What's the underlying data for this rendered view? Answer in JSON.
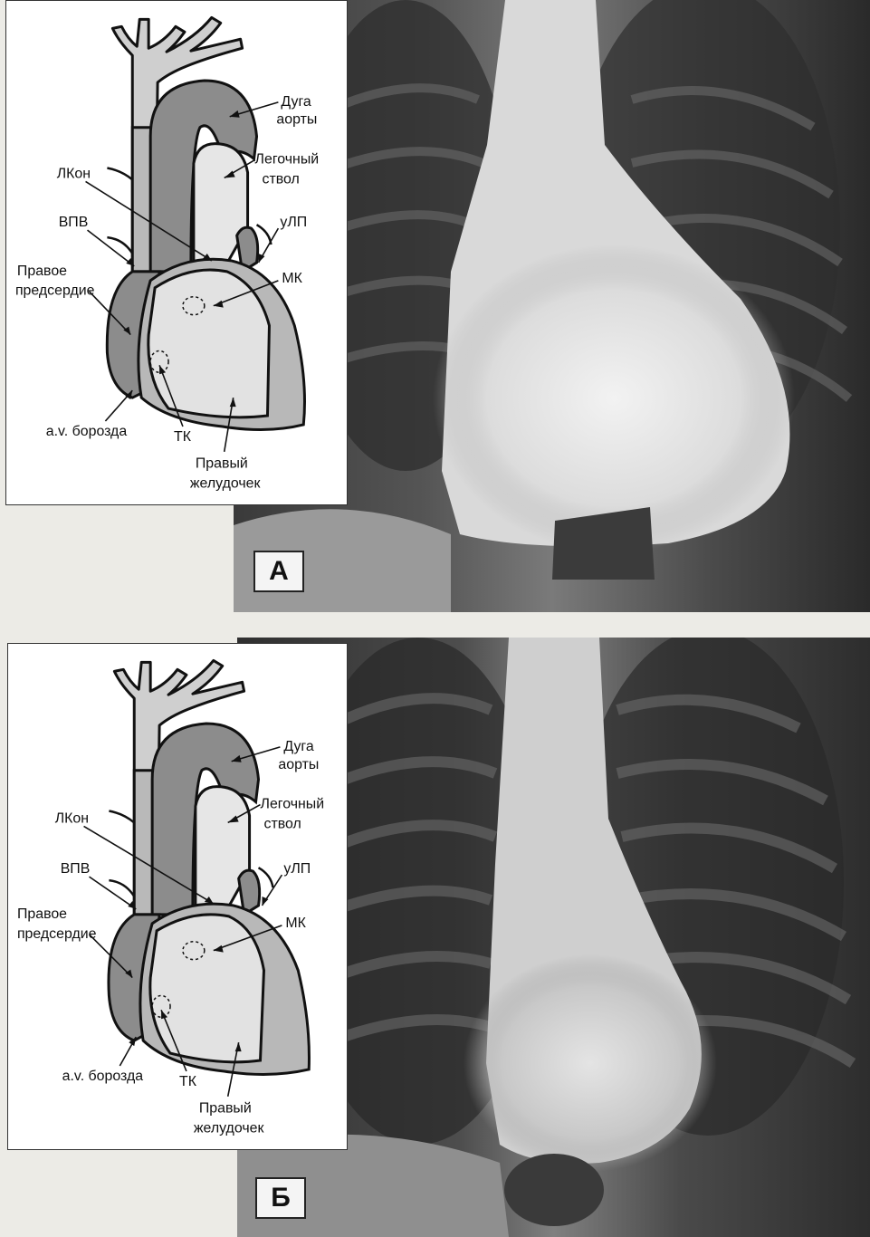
{
  "panels": [
    {
      "letter": "А",
      "labels": {
        "arch": [
          "Дуга",
          "аорты"
        ],
        "pulm": [
          "Легочный",
          "ствол"
        ],
        "lcon": "ЛКон",
        "svc": "ВПВ",
        "ula": "уЛП",
        "ra": [
          "Правое",
          "предсердие"
        ],
        "mk": "МК",
        "av": "a.v. борозда",
        "tk": "ТК",
        "rv": [
          "Правый",
          "желудочек"
        ]
      }
    },
    {
      "letter": "Б",
      "labels": {
        "arch": [
          "Дуга",
          "аорты"
        ],
        "pulm": [
          "Легочный",
          "ствол"
        ],
        "lcon": "ЛКон",
        "svc": "ВПВ",
        "ula": "уЛП",
        "ra": [
          "Правое",
          "предсердие"
        ],
        "mk": "МК",
        "av": "a.v. борозда",
        "tk": "ТК",
        "rv": [
          "Правый",
          "желудочек"
        ]
      }
    }
  ],
  "colors": {
    "dark_fill": "#8c8c8c",
    "mid_fill": "#b8b8b8",
    "light_fill": "#e2e2e2",
    "outline": "#111111"
  }
}
